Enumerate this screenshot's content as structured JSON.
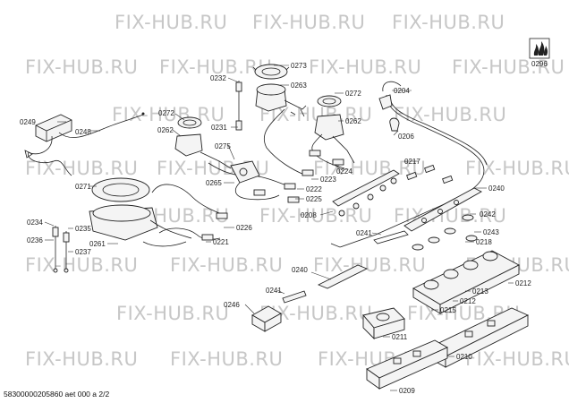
{
  "watermark": "FIX-HUB.RU",
  "footer_text": "58300000205860 aet 000 a 2/2",
  "logo_label": "0296",
  "part_labels": [
    "0273",
    "0232",
    "0263",
    "0272",
    "0204",
    "0249",
    "0272",
    "0231",
    "0262",
    "0262",
    "0206",
    "0248",
    "0275",
    "0224",
    "0223",
    "0222",
    "0217",
    "0271",
    "0265",
    "0225",
    "0240",
    "0208",
    "0242",
    "0234",
    "0235",
    "0236",
    "0237",
    "0226",
    "0221",
    "0243",
    "0218",
    "0261",
    "0241",
    "0240",
    "0212",
    "0213",
    "0212",
    "0246",
    "0241",
    "0215",
    "0211",
    "0210",
    "0209"
  ]
}
